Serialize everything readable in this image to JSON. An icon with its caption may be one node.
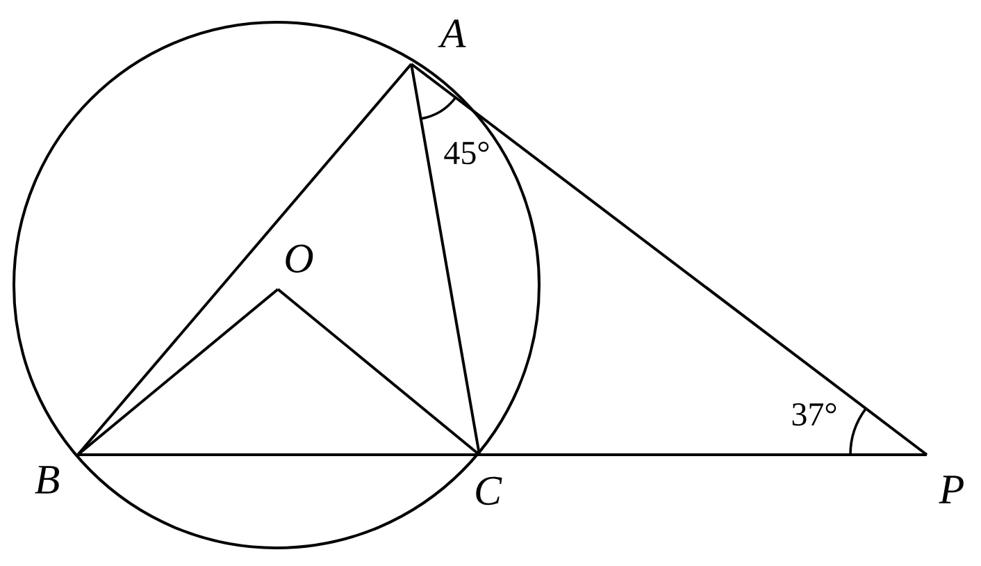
{
  "diagram": {
    "nodes": [
      {
        "text": [
          "A"
        ]
      },
      {
        "text": [
          "O"
        ]
      },
      {
        "text": [
          "B"
        ]
      },
      {
        "text": [
          "C"
        ]
      },
      {
        "text": [
          "P"
        ]
      }
    ],
    "edges": [
      {
        "from": 0,
        "to": 2,
        "arrow": "none"
      },
      {
        "from": 0,
        "to": 3,
        "arrow": "none"
      },
      {
        "from": 0,
        "to": 4,
        "arrow": "none"
      },
      {
        "from": 2,
        "to": 3,
        "arrow": "none"
      },
      {
        "from": 3,
        "to": 4,
        "arrow": "none"
      },
      {
        "from": 1,
        "to": 2,
        "arrow": "none"
      },
      {
        "from": 1,
        "to": 3,
        "arrow": "none"
      }
    ],
    "labels": [
      "45°",
      "37°"
    ]
  }
}
